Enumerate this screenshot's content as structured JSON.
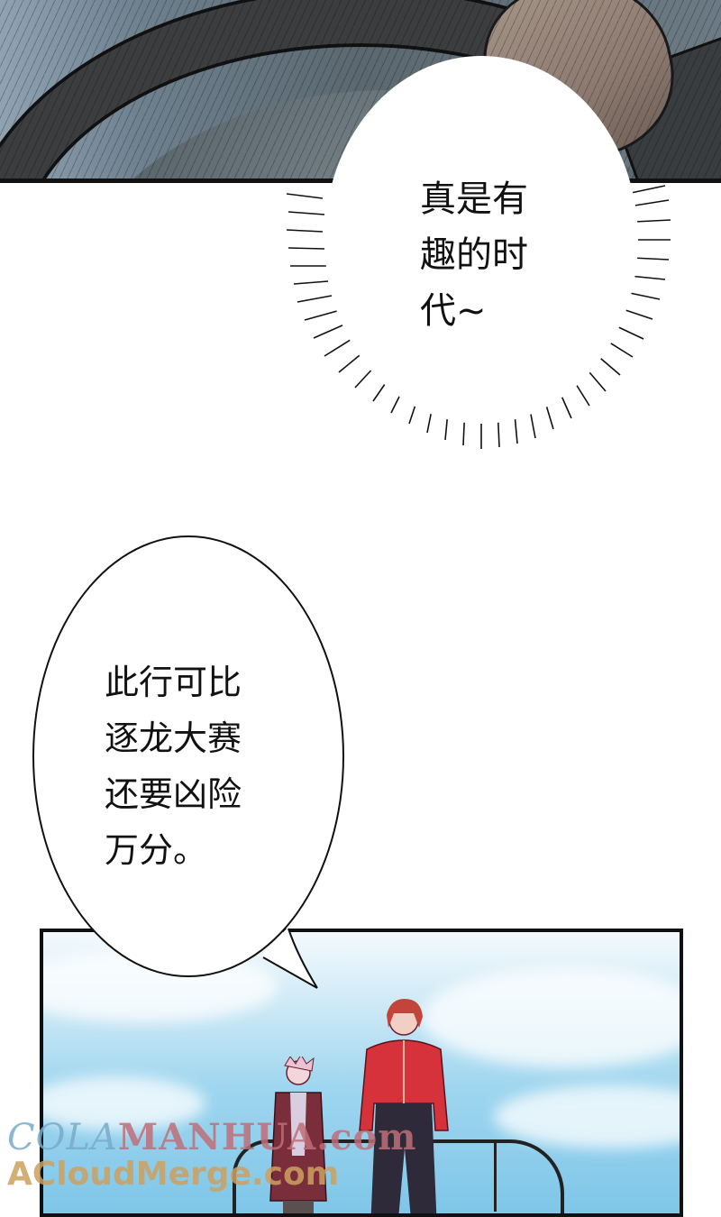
{
  "comic": {
    "panels": [
      {
        "id": "panel-1",
        "description": "Close-up of a hand gripping a dark steering wheel",
        "colors": {
          "background": "#5b6870",
          "wheel": "#3c3d3f",
          "hand": "#8c7a70"
        }
      },
      {
        "id": "panel-2",
        "description": "Two characters standing on the deck of a boat under a blue sky",
        "colors": {
          "sky_top": "#f4fafd",
          "sky_bottom": "#7fc6e8",
          "jacket_red": "#d6323c"
        }
      }
    ],
    "speech_bubbles": [
      {
        "id": "bubble-1",
        "style": "burst",
        "lines": [
          "真是有",
          "趣的时",
          "代~"
        ]
      },
      {
        "id": "bubble-2",
        "style": "oval-with-tail",
        "lines": [
          "此行可比",
          "逐龙大赛",
          "还要凶险",
          "万分。"
        ]
      }
    ],
    "watermarks": [
      {
        "part1": "COLA",
        "part2": "MANHUA.com"
      },
      {
        "text": "ACloudMerge.com"
      }
    ]
  }
}
